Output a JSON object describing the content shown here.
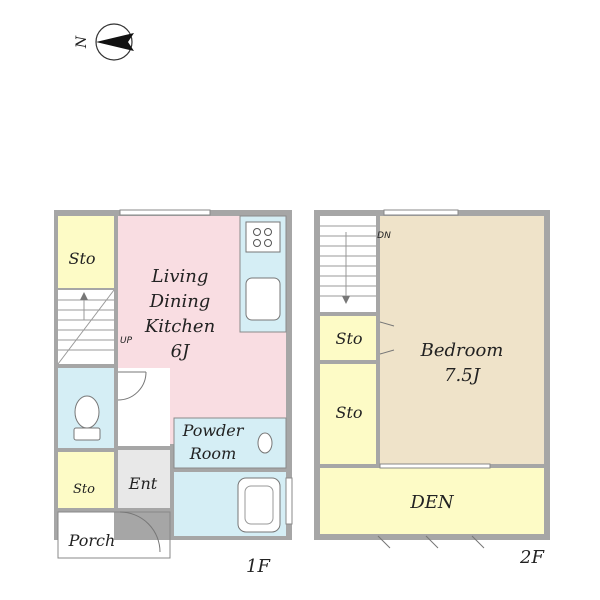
{
  "compass": {
    "north_label": "N"
  },
  "floor1": {
    "label": "1F",
    "rooms": {
      "living": [
        "Living",
        "Dining",
        "Kitchen",
        "6J"
      ],
      "sto_top": "Sto",
      "powder": [
        "Powder",
        "Room"
      ],
      "ent": "Ent",
      "sto_small": "Sto",
      "porch": "Porch"
    },
    "stair_label": "UP"
  },
  "floor2": {
    "label": "2F",
    "rooms": {
      "bedroom": [
        "Bedroom",
        "7.5J"
      ],
      "sto_upper": "Sto",
      "sto_lower": "Sto",
      "den": "DEN"
    },
    "stair_label": "DN"
  },
  "colors": {
    "living": "#f9dde2",
    "storage": "#fdfbc6",
    "wet": "#d5eef5",
    "entrance": "#e8e8e8",
    "bedroom": "#efe3c9",
    "den": "#fdfbc6",
    "wall": "#a6a6a6"
  }
}
